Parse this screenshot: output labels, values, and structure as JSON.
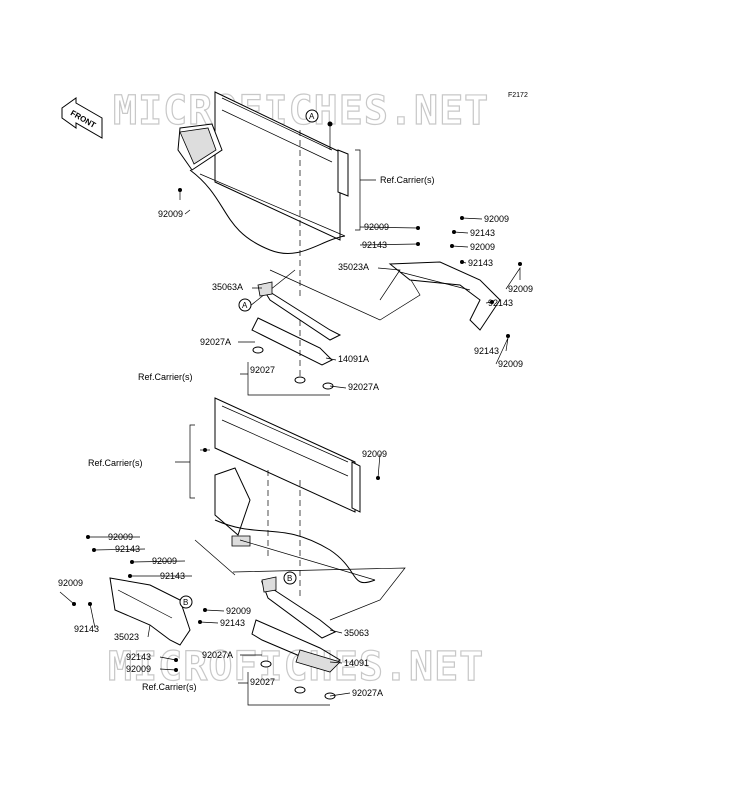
{
  "diagram": {
    "figure_code": "F2172",
    "front_label": "FRONT",
    "watermarks": [
      "MICROFICHES.NET",
      "MICROFICHES.NET"
    ],
    "markers": [
      "A",
      "A",
      "B",
      "B"
    ],
    "labels": {
      "l1": "Ref.Carrier(s)",
      "l2": "92009",
      "l3": "92009",
      "l4": "92009",
      "l5": "92143",
      "l6": "92143",
      "l7": "92009",
      "l8": "92143",
      "l9": "35023A",
      "l10": "92009",
      "l11": "92143",
      "l12": "92143",
      "l13": "92009",
      "l14": "35063A",
      "l15": "92027A",
      "l16": "14091A",
      "l17": "Ref.Carrier(s)",
      "l18": "92027",
      "l19": "92027A",
      "l20": "Ref.Carrier(s)",
      "l21": "92009",
      "l22": "92009",
      "l23": "92143",
      "l24": "92009",
      "l25": "92143",
      "l26": "92009",
      "l27": "92143",
      "l28": "35023",
      "l29": "92009",
      "l30": "92143",
      "l31": "35063",
      "l32": "92143",
      "l33": "92009",
      "l34": "92027A",
      "l35": "14091",
      "l36": "Ref.Carrier(s)",
      "l37": "92027",
      "l38": "92027A"
    }
  }
}
